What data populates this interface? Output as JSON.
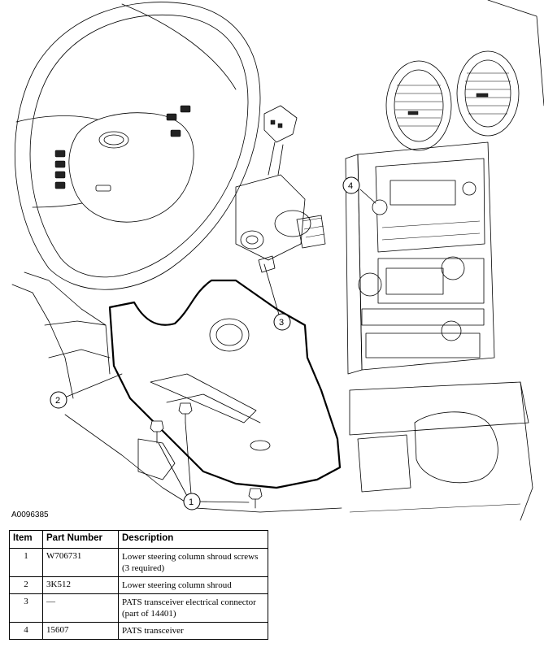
{
  "figure": {
    "id": "A0096385",
    "callouts": [
      "1",
      "2",
      "3",
      "4"
    ]
  },
  "table": {
    "headers": {
      "item": "Item",
      "part_number": "Part Number",
      "description": "Description"
    },
    "rows": [
      {
        "item": "1",
        "part_number": "W706731",
        "description": "Lower steering column shroud screws (3 required)"
      },
      {
        "item": "2",
        "part_number": "3K512",
        "description": "Lower steering column shroud"
      },
      {
        "item": "3",
        "part_number": "—",
        "description": "PATS transceiver electrical connector (part of 14401)"
      },
      {
        "item": "4",
        "part_number": "15607",
        "description": "PATS transceiver"
      }
    ]
  }
}
